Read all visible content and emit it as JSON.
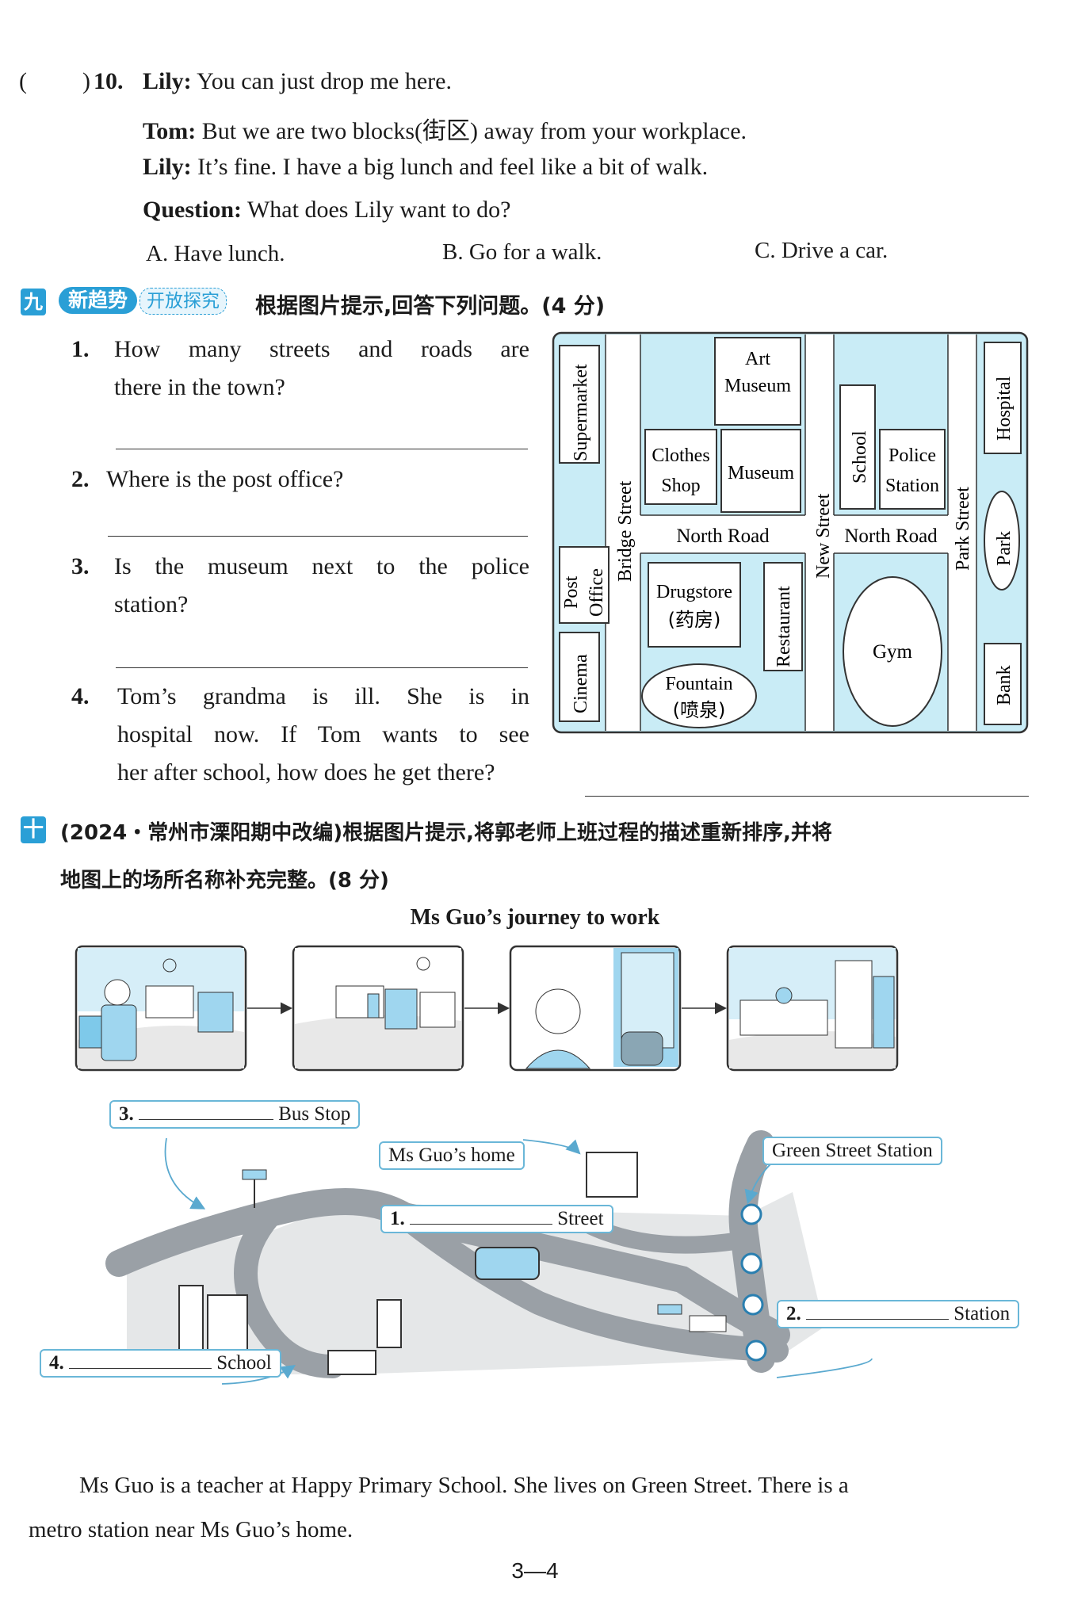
{
  "q10": {
    "paren": "(",
    "paren_close": ")",
    "number": "10.",
    "lines": [
      {
        "speaker": "Lily:",
        "text": "You can just drop me here."
      },
      {
        "speaker": "Tom:",
        "text": "But we are two blocks(街区) away from your workplace."
      },
      {
        "speaker": "Lily:",
        "text": "It’s fine. I have a big lunch and feel like a bit of walk."
      },
      {
        "speaker": "Question:",
        "text": "What does Lily want to do?"
      }
    ],
    "options": [
      "A. Have lunch.",
      "B. Go for a walk.",
      "C. Drive a car."
    ]
  },
  "section9": {
    "badge": "九",
    "tag": "新趋势",
    "tag2": "开放探究",
    "instruction": "根据图片提示,回答下列问题。(4 分)",
    "questions": [
      {
        "num": "1.",
        "lines": [
          "How many streets and roads are",
          "there in the town?"
        ]
      },
      {
        "num": "2.",
        "lines": [
          "Where is the post office?"
        ]
      },
      {
        "num": "3.",
        "lines": [
          "Is the museum next to the police",
          "station?"
        ]
      },
      {
        "num": "4.",
        "lines": [
          "Tom’s grandma is ill. She is in",
          "hospital now. If Tom wants to see",
          "her after school, how does he get there?"
        ]
      }
    ],
    "map": {
      "water_color": "#c9ecf6",
      "places": {
        "supermarket": "Supermarket",
        "post_office_1": "Post",
        "post_office_2": "Office",
        "cinema": "Cinema",
        "bridge_street": "Bridge Street",
        "art_museum_1": "Art",
        "art_museum_2": "Museum",
        "clothes_shop_1": "Clothes",
        "clothes_shop_2": "Shop",
        "museum": "Museum",
        "north_road_1": "North Road",
        "drugstore_1": "Drugstore",
        "drugstore_2": "(药房)",
        "restaurant": "Restaurant",
        "fountain_1": "Fountain",
        "fountain_2": "(喷泉)",
        "new_street": "New Street",
        "school": "School",
        "police_1": "Police",
        "police_2": "Station",
        "north_road_2": "North Road",
        "gym": "Gym",
        "park_street": "Park Street",
        "hospital": "Hospital",
        "park": "Park",
        "bank": "Bank"
      }
    }
  },
  "section10": {
    "badge": "十",
    "instruction_1": "(2024・常州市溧阳期中改编)根据图片提示,将郭老师上班过程的描述重新排序,并将",
    "instruction_2": "地图上的场所名称补充完整。(8 分)",
    "title": "Ms Guo’s journey to work",
    "labels": {
      "bus_stop_num": "3.",
      "bus_stop": "Bus Stop",
      "home": "Ms Guo’s home",
      "green_station": "Green Street Station",
      "street_num": "1.",
      "street": "Street",
      "station_num": "2.",
      "station": "Station",
      "school_num": "4.",
      "school": "School"
    },
    "paragraph_1": "Ms Guo is a teacher at Happy Primary School. She lives on Green Street. There is a",
    "paragraph_2": "metro station near Ms Guo’s home."
  },
  "page_number": "3—4"
}
